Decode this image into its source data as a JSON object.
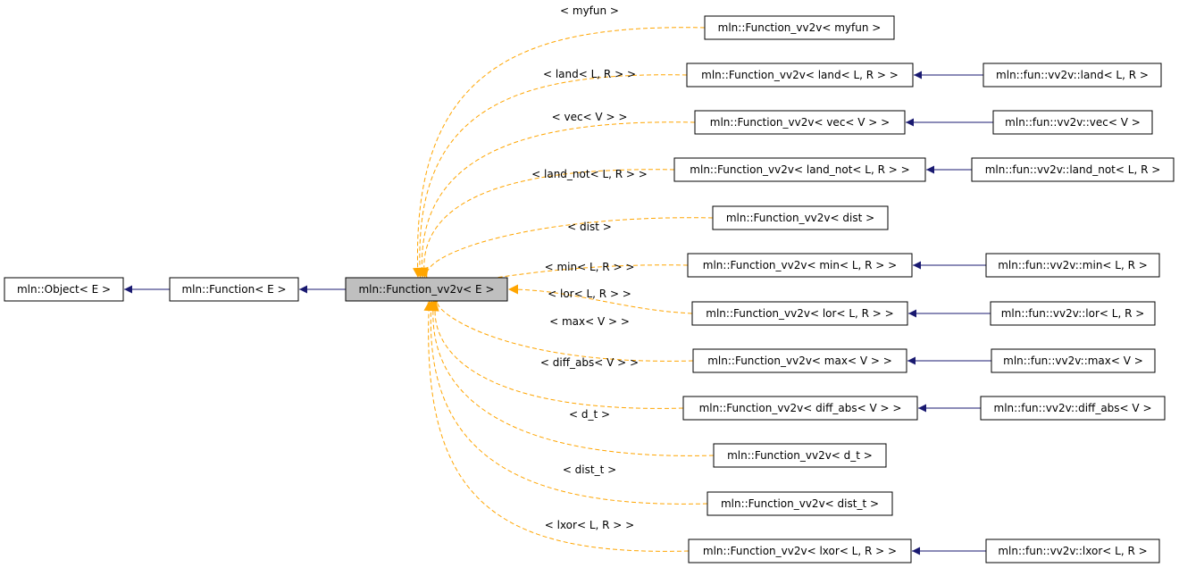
{
  "diagram": {
    "focus_node": "mln::Function_vv2v< E >",
    "base_chain": [
      "mln::Object< E >",
      "mln::Function< E >"
    ],
    "instantiations": [
      {
        "template_arg": "< myfun >",
        "class": "mln::Function_vv2v< myfun >",
        "derived": ""
      },
      {
        "template_arg": "< land< L, R > >",
        "class": "mln::Function_vv2v< land< L, R > >",
        "derived": "mln::fun::vv2v::land< L, R >"
      },
      {
        "template_arg": "< vec< V > >",
        "class": "mln::Function_vv2v< vec< V > >",
        "derived": "mln::fun::vv2v::vec< V >"
      },
      {
        "template_arg": "< land_not< L, R > >",
        "class": "mln::Function_vv2v< land_not< L, R > >",
        "derived": "mln::fun::vv2v::land_not< L, R >"
      },
      {
        "template_arg": "< dist >",
        "class": "mln::Function_vv2v< dist >",
        "derived": ""
      },
      {
        "template_arg": "< min< L, R > >",
        "class": "mln::Function_vv2v< min< L, R > >",
        "derived": "mln::fun::vv2v::min< L, R >"
      },
      {
        "template_arg": "< lor< L, R > >",
        "class": "mln::Function_vv2v< lor< L, R > >",
        "derived": "mln::fun::vv2v::lor< L, R >"
      },
      {
        "template_arg": "< max< V > >",
        "class": "mln::Function_vv2v< max< V > >",
        "derived": "mln::fun::vv2v::max< V >"
      },
      {
        "template_arg": "< diff_abs< V > >",
        "class": "mln::Function_vv2v< diff_abs< V > >",
        "derived": "mln::fun::vv2v::diff_abs< V >"
      },
      {
        "template_arg": "< d_t >",
        "class": "mln::Function_vv2v< d_t >",
        "derived": ""
      },
      {
        "template_arg": "< dist_t >",
        "class": "mln::Function_vv2v< dist_t >",
        "derived": ""
      },
      {
        "template_arg": "< lxor< L, R > >",
        "class": "mln::Function_vv2v< lxor< L, R > >",
        "derived": "mln::fun::vv2v::lxor< L, R >"
      }
    ],
    "colors": {
      "inheritance_edge": "#191970",
      "template_edge": "#ffa500",
      "focus_fill": "#bfbfbf"
    }
  }
}
